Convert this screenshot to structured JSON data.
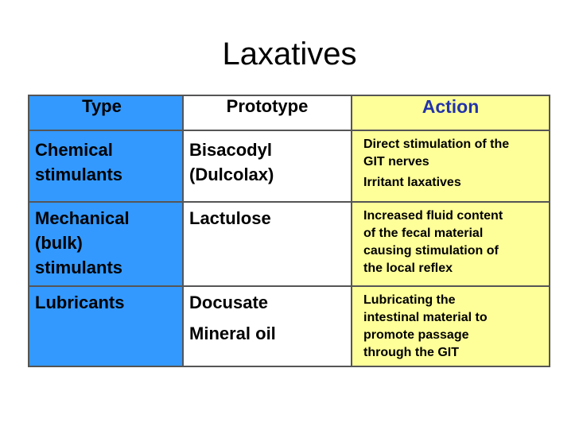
{
  "title": "Laxatives",
  "table": {
    "headers": [
      "Type",
      "Prototype",
      "Action"
    ],
    "rows": [
      {
        "type": [
          "Chemical",
          "stimulants"
        ],
        "prototype": [
          "Bisacodyl",
          "(Dulcolax)"
        ],
        "action": [
          "Direct stimulation of the",
          "GIT nerves",
          "Irritant laxatives"
        ]
      },
      {
        "type": [
          "Mechanical",
          "(bulk)",
          "stimulants"
        ],
        "prototype": [
          "Lactulose"
        ],
        "action": [
          "Increased fluid content",
          "of the fecal material",
          "causing stimulation of",
          "the local reflex"
        ]
      },
      {
        "type": [
          "Lubricants"
        ],
        "prototype": [
          "Docusate",
          "Mineral oil"
        ],
        "action": [
          "Lubricating the",
          "intestinal material to",
          "promote passage",
          "through the  GIT"
        ]
      }
    ]
  },
  "colors": {
    "type_column": "#3399ff",
    "prototype_column": "#ffffff",
    "action_column": "#ffff99",
    "action_header_text": "#2233aa",
    "border": "#555555"
  }
}
